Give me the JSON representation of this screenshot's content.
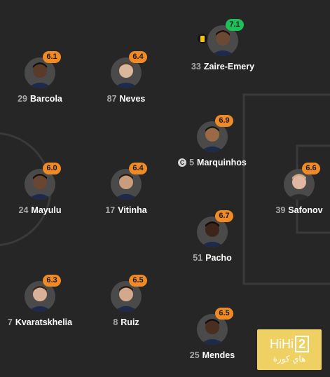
{
  "players": [
    {
      "id": "zaire-emery",
      "number": "33",
      "name": "Zaire-Emery",
      "rating": "7.1",
      "rating_color": "#1fc05a",
      "yellow_card": true,
      "captain": false,
      "skin": "#6b4a33",
      "hair": "#1a1410"
    },
    {
      "id": "barcola",
      "number": "29",
      "name": "Barcola",
      "rating": "6.1",
      "rating_color": "#f08a24",
      "yellow_card": false,
      "captain": false,
      "skin": "#5a3a28",
      "hair": "#151010"
    },
    {
      "id": "neves",
      "number": "87",
      "name": "Neves",
      "rating": "6.4",
      "rating_color": "#f08a24",
      "yellow_card": false,
      "captain": false,
      "skin": "#d9b79a",
      "hair": "#5a3b22"
    },
    {
      "id": "marquinhos",
      "number": "5",
      "name": "Marquinhos",
      "rating": "6.9",
      "rating_color": "#f08a24",
      "yellow_card": false,
      "captain": true,
      "captain_mark": "C",
      "skin": "#9a6a47",
      "hair": "#1a1410"
    },
    {
      "id": "mayulu",
      "number": "24",
      "name": "Mayulu",
      "rating": "6.0",
      "rating_color": "#f08a24",
      "yellow_card": false,
      "captain": false,
      "skin": "#6a4530",
      "hair": "#141010"
    },
    {
      "id": "vitinha",
      "number": "17",
      "name": "Vitinha",
      "rating": "6.4",
      "rating_color": "#f08a24",
      "yellow_card": false,
      "captain": false,
      "skin": "#c89c7c",
      "hair": "#2a1c12"
    },
    {
      "id": "safonov",
      "number": "39",
      "name": "Safonov",
      "rating": "6.6",
      "rating_color": "#f08a24",
      "yellow_card": false,
      "captain": false,
      "skin": "#e0b7a0",
      "hair": "#c9a57c"
    },
    {
      "id": "pacho",
      "number": "51",
      "name": "Pacho",
      "rating": "6.7",
      "rating_color": "#f08a24",
      "yellow_card": false,
      "captain": false,
      "skin": "#3d2519",
      "hair": "#0f0b09"
    },
    {
      "id": "kvaratskhelia",
      "number": "7",
      "name": "Kvaratskhelia",
      "rating": "6.3",
      "rating_color": "#f08a24",
      "yellow_card": false,
      "captain": false,
      "skin": "#d8b198",
      "hair": "#3a2718"
    },
    {
      "id": "ruiz",
      "number": "8",
      "name": "Ruiz",
      "rating": "6.5",
      "rating_color": "#f08a24",
      "yellow_card": false,
      "captain": false,
      "skin": "#d3a98e",
      "hair": "#2a1c12"
    },
    {
      "id": "mendes",
      "number": "25",
      "name": "Mendes",
      "rating": "6.5",
      "rating_color": "#f08a24",
      "yellow_card": false,
      "captain": false,
      "skin": "#4a2e20",
      "hair": "#120d0a"
    }
  ],
  "watermark": {
    "logo_text": "HiHi",
    "logo_box": "2",
    "subtitle": "هاي كورة"
  },
  "colors": {
    "background": "#262626",
    "pitch_lines": "#3a3a3a",
    "rating_orange": "#f08a24",
    "rating_green": "#1fc05a",
    "yellow_card": "#f2c418"
  }
}
